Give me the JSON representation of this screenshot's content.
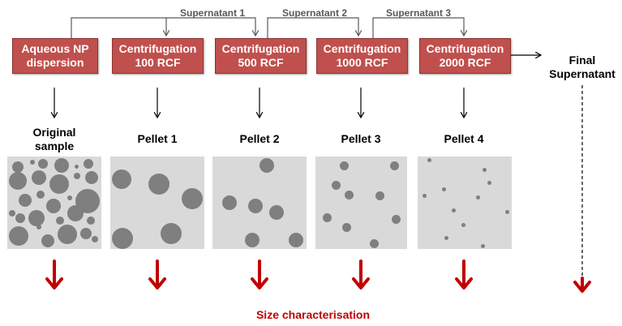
{
  "colors": {
    "box": "#c0504d",
    "box_border": "#8c3331",
    "red_arrow": "#c00000",
    "panel": "#d9d9d9",
    "particle": "#7f7f7f",
    "supernatant_text": "#595959"
  },
  "boxes": [
    {
      "line1": "Aqueous NP",
      "line2": "dispersion"
    },
    {
      "line1": "Centrifugation",
      "line2": "100 RCF"
    },
    {
      "line1": "Centrifugation",
      "line2": "500 RCF"
    },
    {
      "line1": "Centrifugation",
      "line2": "1000 RCF"
    },
    {
      "line1": "Centrifugation",
      "line2": "2000 RCF"
    }
  ],
  "supernatants": [
    "Supernatant 1",
    "Supernatant 2",
    "Supernatant 3"
  ],
  "final": {
    "line1": "Final",
    "line2": "Supernatant"
  },
  "sample_labels": [
    {
      "line1": "Original",
      "line2": "sample"
    },
    {
      "line1": "Pellet 1",
      "line2": ""
    },
    {
      "line1": "Pellet 2",
      "line2": ""
    },
    {
      "line1": "Pellet 3",
      "line2": ""
    },
    {
      "line1": "Pellet 4",
      "line2": ""
    }
  ],
  "caption": "Size characterisation"
}
